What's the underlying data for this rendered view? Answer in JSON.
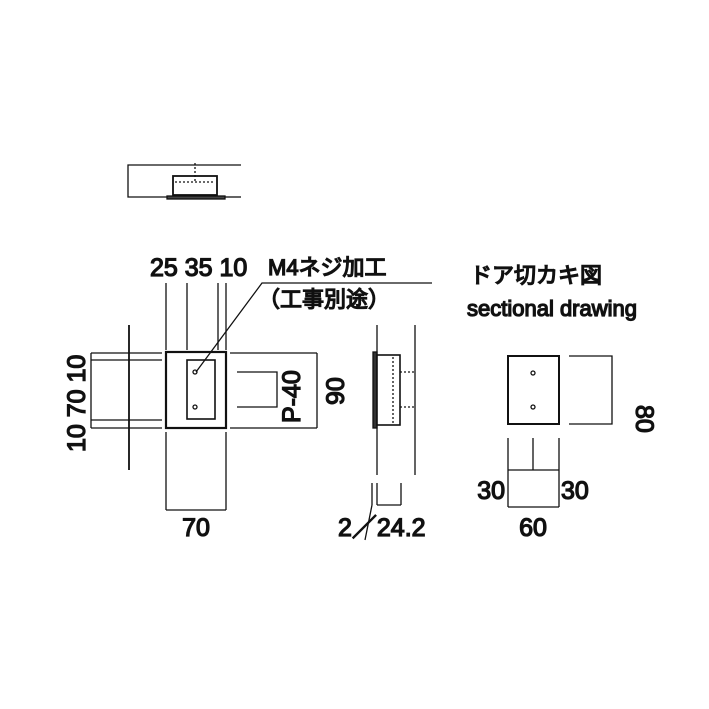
{
  "top_dims": "25 35 10",
  "left_dims": "10 70 10",
  "bottom_width": "70",
  "pitch_label": "P-40",
  "height_label": "90",
  "note_line1": "M4ネジ加工",
  "note_line2": "（工事別途）",
  "side_dims": "2／24.2",
  "section_title_jp": "ドア切カキ図",
  "section_title_en": "sectional drawing",
  "section_height": "80",
  "section_left": "30",
  "section_right": "30",
  "section_width": "60"
}
